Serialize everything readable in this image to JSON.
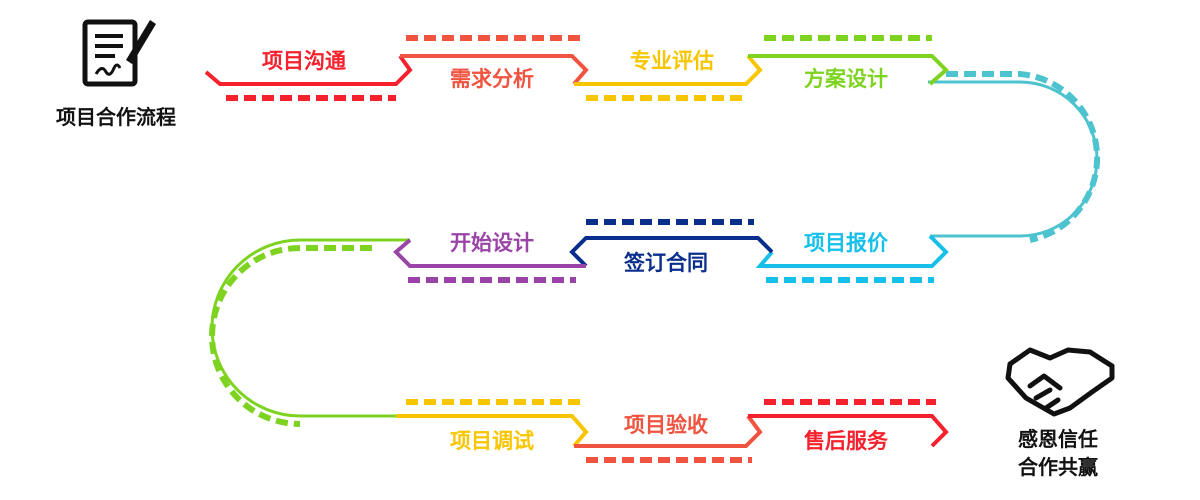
{
  "title": "项目合作流程",
  "closing": {
    "line1": "感恩信任",
    "line2": "合作共赢"
  },
  "icons": {
    "start": "document-signature-icon",
    "end": "handshake-icon"
  },
  "steps": [
    {
      "label": "项目沟通",
      "color": "#f5222d"
    },
    {
      "label": "需求分析",
      "color": "#f0533f"
    },
    {
      "label": "专业评估",
      "color": "#f7c600"
    },
    {
      "label": "方案设计",
      "color": "#7ed321"
    },
    {
      "label": "项目报价",
      "color": "#17c0ea"
    },
    {
      "label": "签订合同",
      "color": "#0a2e8c"
    },
    {
      "label": "开始设计",
      "color": "#9b44a8"
    },
    {
      "label": "项目调试",
      "color": "#f7c600"
    },
    {
      "label": "项目验收",
      "color": "#f0533f"
    },
    {
      "label": "售后服务",
      "color": "#f5222d"
    }
  ],
  "connectors": {
    "right_curve_color": "#4cc3cf",
    "left_curve_color": "#7ed321"
  }
}
